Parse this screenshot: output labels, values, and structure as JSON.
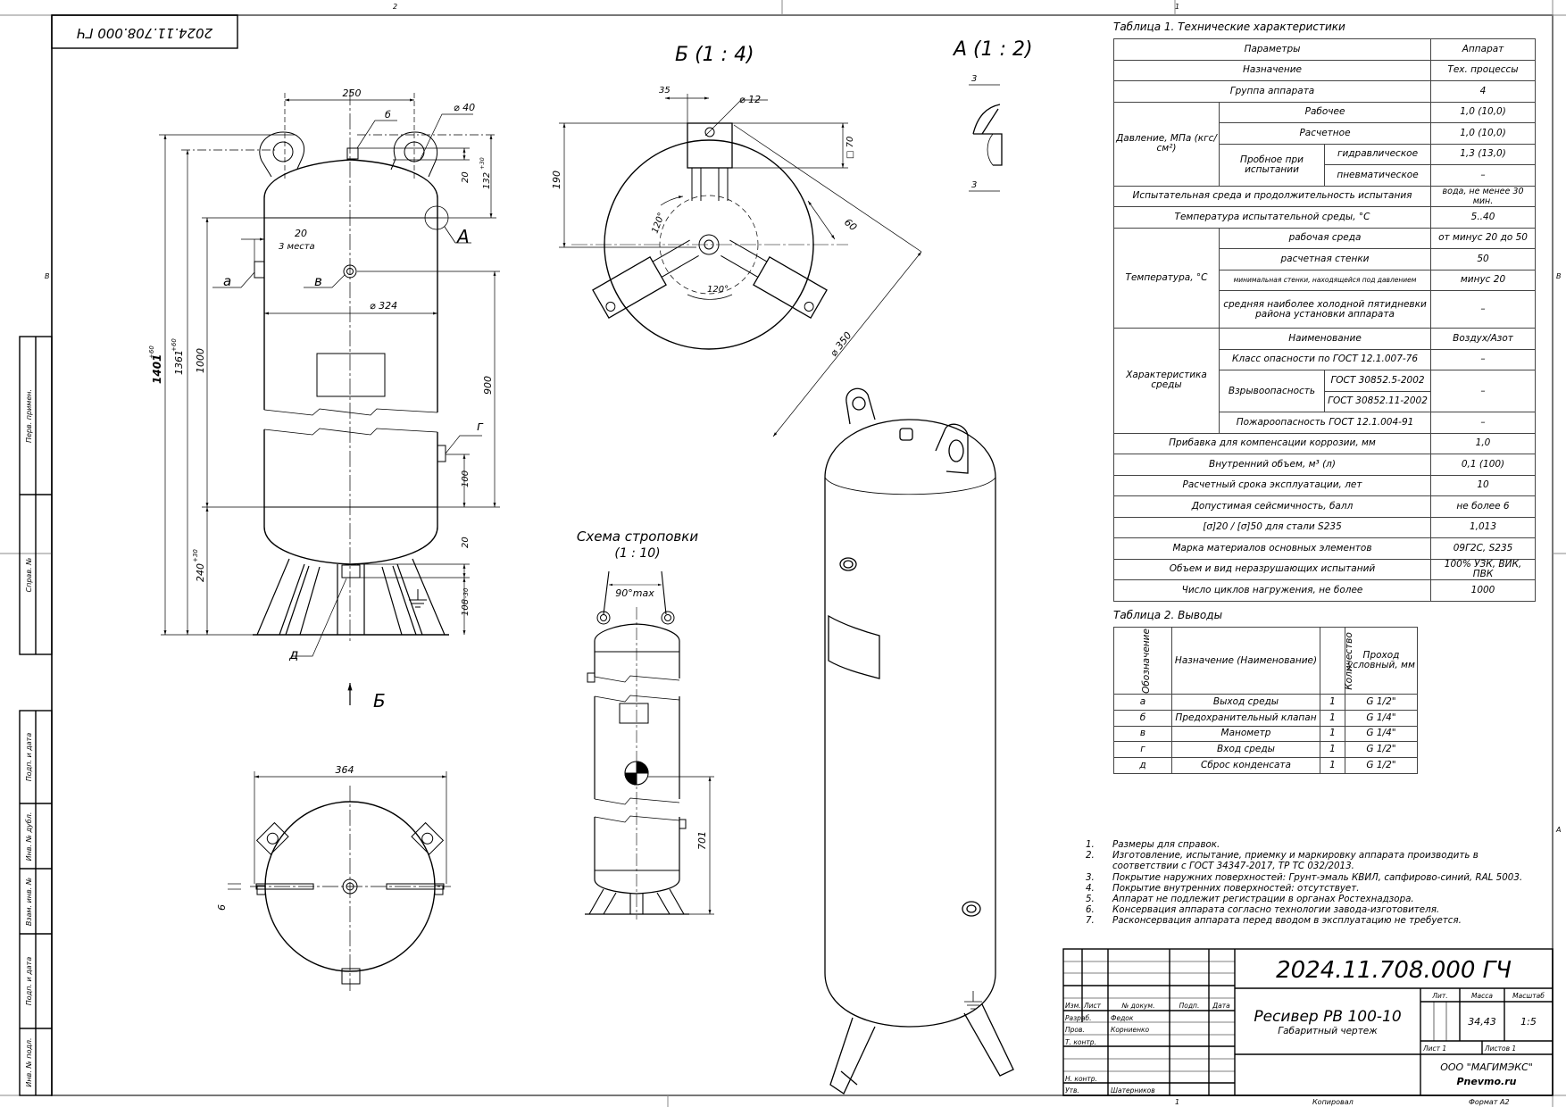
{
  "stamp_top": "2024.11.708.000 ГЧ",
  "zones": {
    "top_left": "2",
    "top_right": "1",
    "left_b": "В",
    "right_b": "В",
    "right_a": "А"
  },
  "side_strip": [
    "Перв. примен.",
    "Справ. №",
    "Подп. и дата",
    "Инв. № дубл.",
    "Взам. инв. №",
    "Подп. и дата",
    "Инв. № подл."
  ],
  "main_view": {
    "dim_250": "250",
    "label_b": "б",
    "dim_d40": "⌀ 40",
    "dim_20_top": "20",
    "dim_132": "132",
    "tol_132": "+30",
    "detail_a": "А",
    "dim_20_side": "20",
    "places": "3 места",
    "label_a": "а",
    "label_v": "в",
    "dim_d324": "⌀ 324",
    "dim_1401": "1401",
    "tol_1401": "+60",
    "dim_1361": "1361",
    "tol_1361": "+60",
    "dim_1000": "1000",
    "dim_900": "900",
    "label_g": "г",
    "dim_100": "100",
    "dim_20_bottom": "20",
    "dim_240": "240",
    "tol_240": "+30",
    "dim_108": "108",
    "tol_108": "-30",
    "label_d": "д",
    "view_arrow": "Б"
  },
  "bottom_view": {
    "dim_364": "364",
    "dim_6": "6"
  },
  "view_b": {
    "title": "Б (1 : 4)",
    "dim_35": "35",
    "dim_d12": "⌀ 12",
    "dim_sq70": "□ 70",
    "dim_190": "190",
    "dim_60": "60",
    "dim_d350": "⌀ 350",
    "angle_1": "120°",
    "angle_2": "120°"
  },
  "detail_a": {
    "title": "А (1 : 2)",
    "dim_top": "3",
    "dim_bottom": "3"
  },
  "sling": {
    "title": "Схема строповки",
    "scale": "(1 : 10)",
    "angle": "90°max",
    "dim_701": "701"
  },
  "table1": {
    "title": "Таблица 1. Технические характеристики",
    "header": [
      "Параметры",
      "Аппарат"
    ],
    "purpose": [
      "Назначение",
      "Тех. процессы"
    ],
    "group": [
      "Группа аппарата",
      "4"
    ],
    "pressure": {
      "label": "Давление, МПа (кгс/см²)",
      "working": [
        "Рабочее",
        "1,0 (10,0)"
      ],
      "design": [
        "Расчетное",
        "1,0 (10,0)"
      ],
      "test_label": "Пробное при испытании",
      "hydraulic": [
        "гидравлическое",
        "1,3 (13,0)"
      ],
      "pneumatic": [
        "пневматическое",
        "–"
      ]
    },
    "test_medium": [
      "Испытательная среда и продолжительность испытания",
      "вода, не менее 30 мин."
    ],
    "test_temp": [
      "Температура испытательной среды, °С",
      "5..40"
    ],
    "temperature": {
      "label": "Температура, °С",
      "working": [
        "рабочая среда",
        "от минус 20 до 50"
      ],
      "wall": [
        "расчетная стенки",
        "50"
      ],
      "min_wall": [
        "минимальная стенки, находящейся под давлением",
        "минус 20"
      ],
      "coldest": [
        "средняя наиболее холодной пятидневки района установки аппарата",
        "–"
      ]
    },
    "medium": {
      "label": "Характеристика среды",
      "name": [
        "Наименование",
        "Воздух/Азот"
      ],
      "hazard": [
        "Класс опасности по ГОСТ 12.1.007-76",
        "–"
      ],
      "explosion_label": "Взрывоопасность",
      "explosion_std": [
        "ГОСТ 30852.5-2002",
        "ГОСТ 30852.11-2002"
      ],
      "explosion_value": "–",
      "fire": [
        "Пожароопасность ГОСТ 12.1.004-91",
        "–"
      ]
    },
    "tail": [
      [
        "Прибавка для компенсации коррозии, мм",
        "1,0"
      ],
      [
        "Внутренний объем, м³ (л)",
        "0,1 (100)"
      ],
      [
        "Расчетный срока эксплуатации, лет",
        "10"
      ],
      [
        "Допустимая сейсмичность, балл",
        "не более 6"
      ],
      [
        "[σ]20 / [σ]50 для стали S235",
        "1,013"
      ],
      [
        "Марка материалов основных элементов",
        "09Г2С, S235"
      ],
      [
        "Объем и вид неразрушающих испытаний",
        "100% УЗК, ВИК, ПВК"
      ],
      [
        "Число циклов нагружения, не более",
        "1000"
      ]
    ]
  },
  "table2": {
    "title": "Таблица 2. Выводы",
    "headers": [
      "Обозначение",
      "Назначение (Наименование)",
      "Количество",
      "Проход условный, мм"
    ],
    "rows": [
      [
        "а",
        "Выход среды",
        "1",
        "G 1/2\""
      ],
      [
        "б",
        "Предохранительный клапан",
        "1",
        "G 1/4\""
      ],
      [
        "в",
        "Манометр",
        "1",
        "G 1/4\""
      ],
      [
        "г",
        "Вход среды",
        "1",
        "G 1/2\""
      ],
      [
        "д",
        "Сброс конденсата",
        "1",
        "G 1/2\""
      ]
    ]
  },
  "notes": [
    [
      "1.",
      "Размеры для справок."
    ],
    [
      "2.",
      "Изготовление, испытание, приемку и маркировку аппарата производить в соответствии с ГОСТ 34347-2017, ТР ТС 032/2013."
    ],
    [
      "3.",
      "Покрытие наружних поверхностей: Грунт-эмаль КВИЛ, сапфирово-синий, RAL 5003."
    ],
    [
      "4.",
      "Покрытие внутренних поверхностей: отсутствует."
    ],
    [
      "5.",
      "Аппарат не подлежит регистрации в органах Ростехнадзора."
    ],
    [
      "6.",
      "Консервация аппарата согласно технологии завода-изготовителя."
    ],
    [
      "7.",
      " Расконсервация аппарата перед вводом в эксплуатацию не требуется."
    ]
  ],
  "title_block": {
    "designation": "2024.11.708.000 ГЧ",
    "name": "Ресивер РВ 100-10",
    "subtitle": "Габаритный чертеж",
    "headers": [
      "Изм.",
      "Лист",
      "№ докум.",
      "Подп.",
      "Дата"
    ],
    "roles": [
      [
        "Разраб.",
        "Федок"
      ],
      [
        "Пров.",
        "Корниенко"
      ],
      [
        "Т. контр.",
        ""
      ],
      [
        "Н. контр.",
        ""
      ],
      [
        "Утв.",
        "Шатерников"
      ]
    ],
    "lit_label": "Лит.",
    "mass_label": "Масса",
    "scale_label": "Масштаб",
    "mass": "34,43",
    "scale": "1:5",
    "sheet": "Лист 1",
    "sheets": "Листов 1",
    "org": "ООО \"МАГИМЭКС\"",
    "site": "Pnevmo.ru"
  },
  "footer": {
    "sheet_num": "1",
    "copied": "Копировал",
    "format": "Формат А2"
  }
}
